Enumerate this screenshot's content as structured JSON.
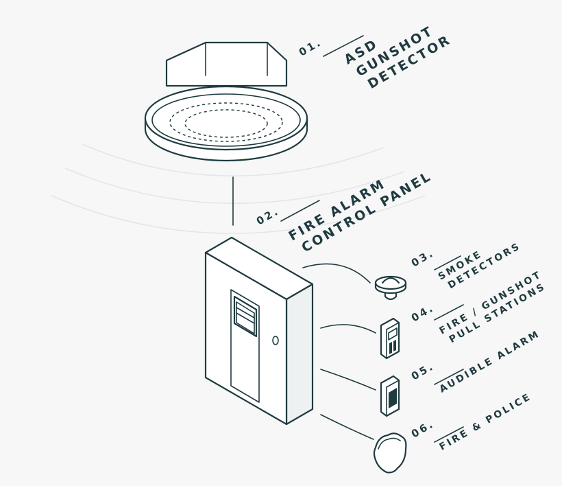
{
  "components": [
    {
      "number": "01.",
      "lines": [
        "ASD",
        "GUNSHOT",
        "DETECTOR"
      ]
    },
    {
      "number": "02.",
      "lines": [
        "FIRE ALARM",
        "CONTROL PANEL"
      ]
    },
    {
      "number": "03.",
      "lines": [
        "SMOKE",
        "DETECTORS"
      ]
    },
    {
      "number": "04.",
      "lines": [
        "FIRE / GUNSHOT",
        "PULL STATIONS"
      ]
    },
    {
      "number": "05.",
      "lines": [
        "AUDIBLE ALARM"
      ]
    },
    {
      "number": "06.",
      "lines": [
        "FIRE & POLICE"
      ]
    }
  ],
  "colors": {
    "ink": "#1f3b40",
    "background": "#f7f7f7"
  }
}
